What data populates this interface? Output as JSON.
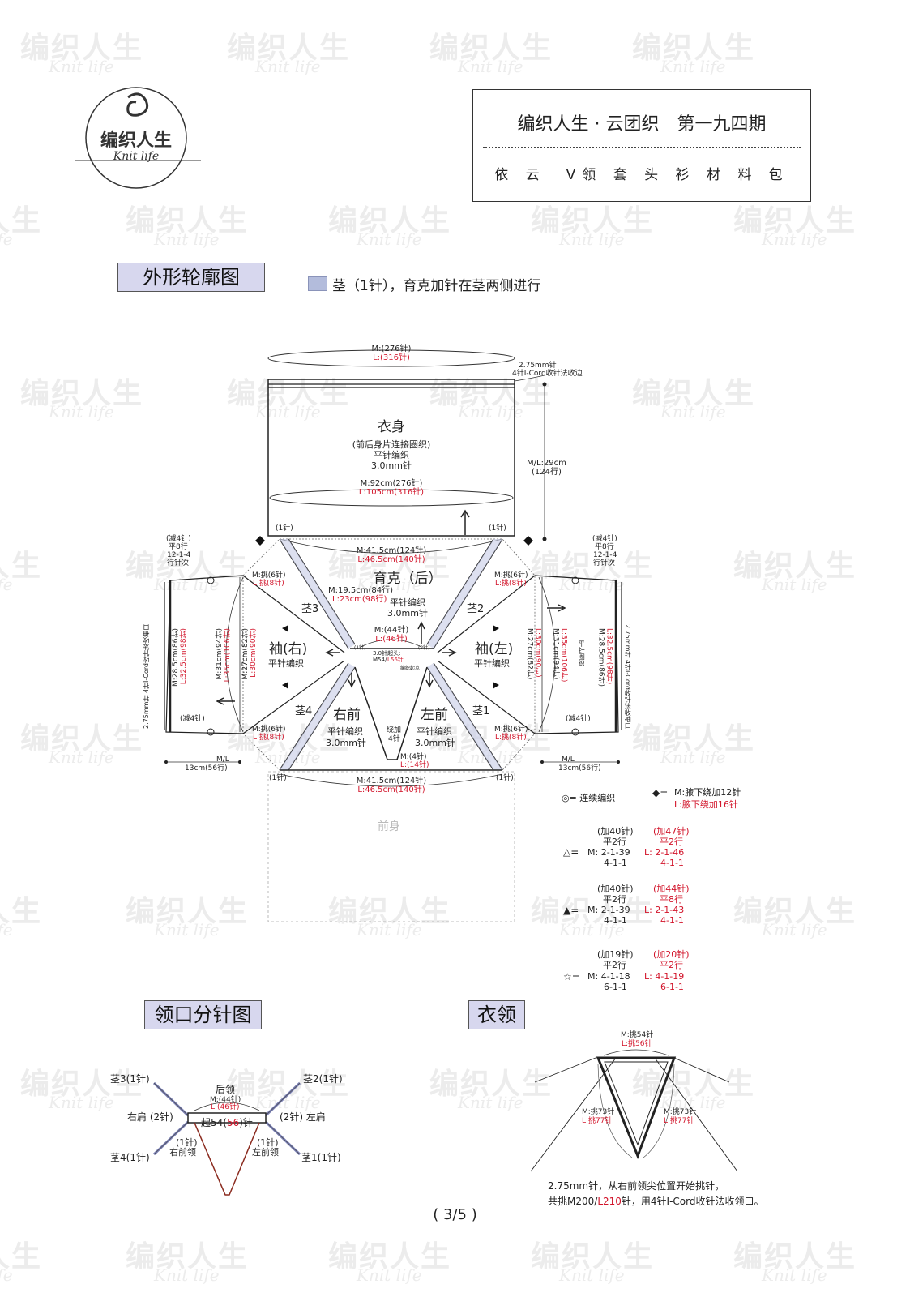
{
  "watermark": {
    "name": "编织人生",
    "sub": "Knit life"
  },
  "logo": {
    "name": "编织人生",
    "sub": "Knit life"
  },
  "header": {
    "title": "编织人生 · 云团织　第一九四期",
    "subtitle": "依 云　V领 套 头 衫 材 料 包"
  },
  "sections": {
    "outline": "外形轮廓图",
    "neck_split": "领口分针图",
    "collar": "衣领"
  },
  "legend": {
    "stem": "茎（1针），育克加针在茎两侧进行"
  },
  "body": {
    "top_m": "M:(276针)",
    "top_l": "L:(316针)",
    "edge_note1": "2.75mm针",
    "edge_note2": "4针I-Cord收针法收边",
    "title": "衣身",
    "note1": "(前后身片连接圈织)",
    "note2": "平针编织",
    "note3": "3.0mm针",
    "width_m": "M:92cm(276针)",
    "width_l": "L:105cm(316针)",
    "height_ml": "M/L:29cm",
    "height_rows": "(124行)",
    "one_st_left": "(1针)",
    "one_st_right": "(1针)"
  },
  "yoke_back": {
    "top_m": "M:41.5cm(124针)",
    "top_l": "L:46.5cm(140针)",
    "title": "育克（后）",
    "note1": "平针编织",
    "note2": "3.0mm针",
    "depth_m": "M:19.5cm(84行)",
    "depth_l": "L:23cm(98行)",
    "neck_m": "M:(44针)",
    "neck_l": "L:(46针)",
    "cast_on1": "3.0针起头:",
    "cast_on_m": "M54/",
    "cast_on_l": "L56针",
    "start": "编织起点",
    "one_st": "(1针)",
    "two_st": "(2针)"
  },
  "stems": {
    "s1": "茎1",
    "s2": "茎2",
    "s3": "茎3",
    "s4": "茎4"
  },
  "sleeve_right": {
    "title": "袖(右)",
    "note": "平针编织",
    "dec_top1": "(减4针)",
    "dec_top2": "平8行",
    "dec_top3": "12-1-4",
    "dec_top4": "行针次",
    "dec_bottom": "(减4针)",
    "pick_m": "M:挑(6针)",
    "pick_l": "L:挑(8针)",
    "cuff_note": "2.75mm针 4针I-Cord收针法收袖口",
    "len1_m": "M:28.5cm(86针)",
    "len1_l": "L:32.5cm(98针)",
    "len2_m": "M:31cm(94针)",
    "len2_l": "L:35cm(106针)",
    "len3_m": "M:27cm(82针)",
    "len3_l": "L:30cm(90针)",
    "bottom_ml": "M/L",
    "bottom_len": "13cm(56行)"
  },
  "sleeve_left": {
    "title": "袖(左)",
    "note": "平针编织",
    "dec_top1": "(减4针)",
    "dec_top2": "平8行",
    "dec_top3": "12-1-4",
    "dec_top4": "行针次",
    "dec_bottom": "(减4针)",
    "pick_m": "M:挑(6针)",
    "pick_l": "L:挑(8针)",
    "cuff_note": "2.75mm针 4针I-Cord收针法收袖口",
    "plain": "平针圈织",
    "len1_m": "M:28.5cm(86针)",
    "len1_l": "L:32.5cm(98针)",
    "len2_m": "M:31cm(94针)",
    "len2_l": "L:35cm(106针)",
    "len3_m": "M:27cm(82针)",
    "len3_l": "L:30cm(90针)",
    "bottom_ml": "M/L",
    "bottom_len": "13cm(56行)"
  },
  "fronts": {
    "right": "右前",
    "left": "左前",
    "note": "平针编织",
    "needle": "3.0mm针",
    "wrap1": "绕加",
    "wrap2": "4针",
    "neck_m": "M:(4针)",
    "neck_l": "L:(14针)",
    "bottom_m": "M:41.5cm(124针)",
    "bottom_l": "L:46.5cm(140针)",
    "one_st": "(1针)",
    "front_body": "前身"
  },
  "symbols": {
    "continuous": "◎= 连续编织",
    "diamond_m": "M:腋下绕加12针",
    "diamond_l": "L:腋下绕加16针",
    "tri_open": {
      "sym": "△=",
      "m": [
        "(加40针)",
        "平2行",
        "M: 2-1-39",
        "4-1-1"
      ],
      "l": [
        "(加47针)",
        "平2行",
        "L: 2-1-46",
        "4-1-1"
      ]
    },
    "tri_filled": {
      "sym": "▲=",
      "m": [
        "(加40针)",
        "平2行",
        "M: 2-1-39",
        "4-1-1"
      ],
      "l": [
        "(加44针)",
        "平8行",
        "L: 2-1-43",
        "4-1-1"
      ]
    },
    "star": {
      "sym": "☆=",
      "m": [
        "(加19针)",
        "平2行",
        "M: 4-1-18",
        "6-1-1"
      ],
      "l": [
        "(加20针)",
        "平2行",
        "L: 4-1-19",
        "6-1-1"
      ]
    }
  },
  "neck_split": {
    "stem3": "茎3(1针)",
    "stem2": "茎2(1针)",
    "stem4": "茎4(1针)",
    "stem1": "茎1(1针)",
    "back_neck": "后领",
    "back_m": "M:(44针)",
    "back_l": "L:(46针)",
    "right_shoulder": "右肩 (2针)",
    "left_shoulder": "(2针) 左肩",
    "cast_on_a": "起54(",
    "cast_on_b": "56",
    "cast_on_c": ")针",
    "one_st_r": "(1针)",
    "right_front": "右前领",
    "one_st_l": "(1针)",
    "left_front": "左前领"
  },
  "collar": {
    "top_m": "M:挑54针",
    "top_l": "L:挑56针",
    "left_m": "M:挑73针",
    "left_l": "L:挑77针",
    "right_m": "M:挑73针",
    "right_l": "L:挑77针",
    "note1": "2.75mm针，从右前领尖位置开始挑针，",
    "note2_a": "共挑M200/",
    "note2_b": "L210",
    "note2_c": "针，用4针I-Cord收针法收领口。"
  },
  "page": "( 3/5 )",
  "colors": {
    "red": "#d2142a",
    "label_bg": "#d7d7ee",
    "stem": "#b3bcdc",
    "neck_red": "#8b2b1f"
  }
}
